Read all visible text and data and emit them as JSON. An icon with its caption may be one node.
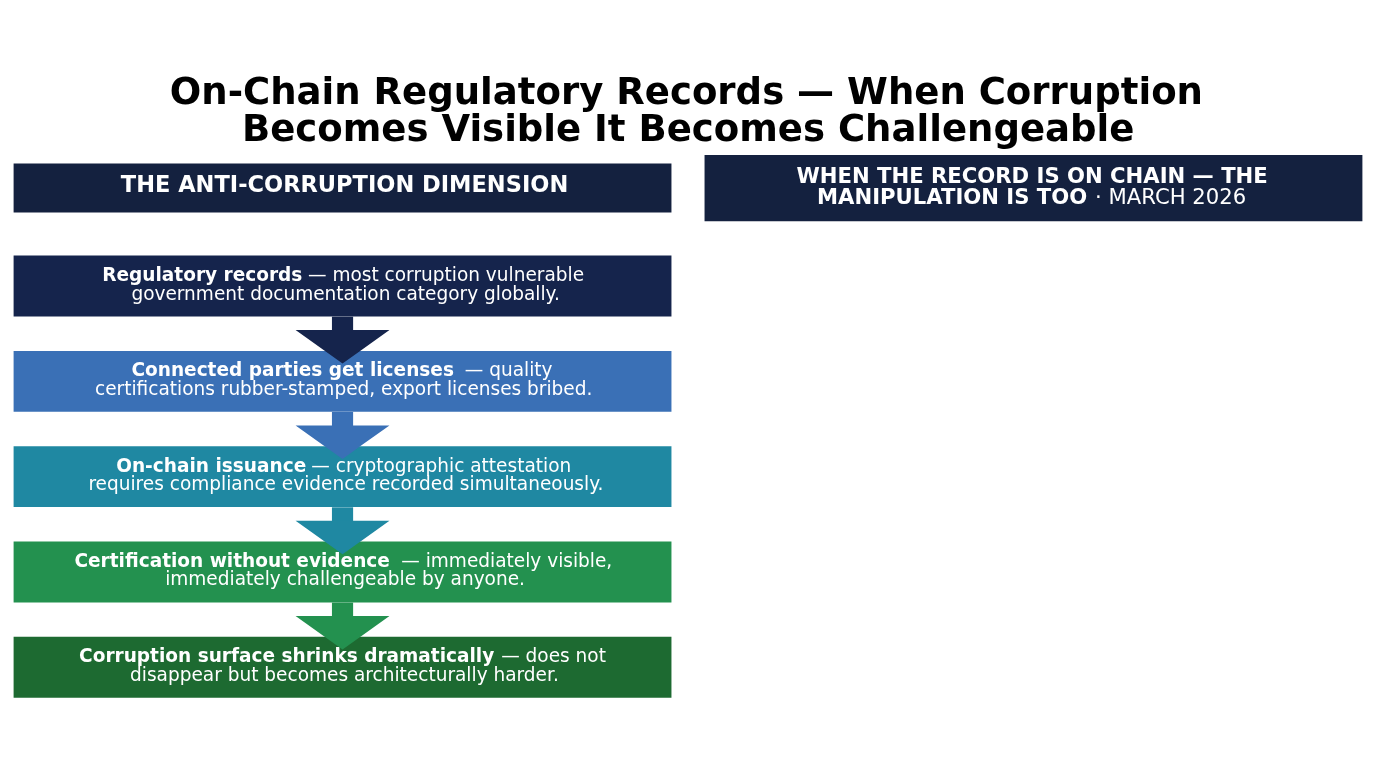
{
  "diagram": {
    "title": "On-Chain Regulatory Records — When Corruption Becomes Visible It Becomes Challengeable",
    "nodes": [
      {
        "text": [
          "THE ANTI-CORRUPTION DIMENSION"
        ]
      },
      {
        "text": [
          "**Regulatory records** — most corruption vulnerable government documentation category globally."
        ]
      },
      {
        "text": [
          "**Connected parties get licenses** — quality certifications rubber-stamped, export licenses bribed."
        ]
      },
      {
        "text": [
          "**On-chain issuance** — cryptographic attestation requires compliance evidence recorded simultaneously."
        ]
      },
      {
        "text": [
          "**Certification without evidence** — immediately visible, immediately challengeable by anyone."
        ]
      },
      {
        "text": [
          "**Corruption surface shrinks dramatically** — does not disappear but becomes architecturally harder."
        ]
      },
      {
        "text": [
          "**WHEN THE RECORD IS ON CHAIN — THE MANIPULATION IS TOO** · MARCH 2026"
        ]
      }
    ],
    "edges": [
      {
        "from": 1,
        "to": 2,
        "arrow": "to",
        "color": "#15244c"
      },
      {
        "from": 2,
        "to": 3,
        "arrow": "to",
        "color": "#3a70b6"
      },
      {
        "from": 3,
        "to": 4,
        "arrow": "to",
        "color": "#1f88a2"
      },
      {
        "from": 4,
        "to": 5,
        "arrow": "to",
        "color": "#23914f"
      }
    ]
  }
}
